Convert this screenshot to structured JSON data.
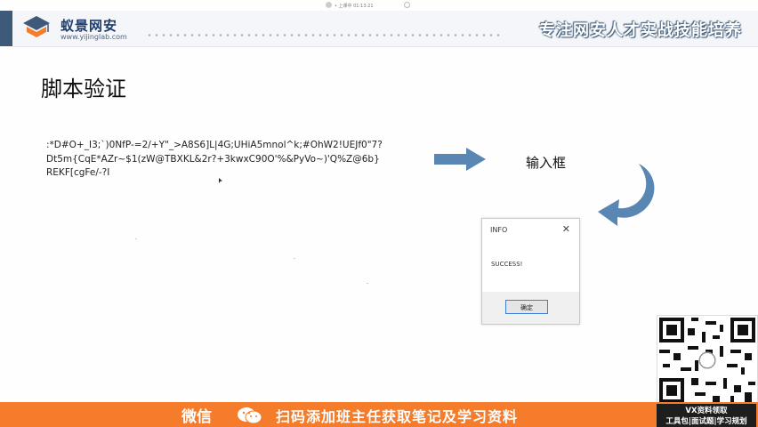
{
  "header": {
    "brand_name": "蚁景网安",
    "brand_url": "www.yijinglab.com",
    "tagline": "专注网安人才实战技能培养",
    "recording_label": "• 上课中 01:13:21"
  },
  "slide": {
    "title": "脚本验证",
    "code_lines": [
      ":*D#O+_I3;`)0NfP-=2/+Y\"_>A8S6]L|4G;UHiA5mnol^k;#OhW2!UEJf0\"7?",
      "Dt5m{CqE*AZr~$1(zW@TBXKL&2r?+3kwxC90O'%&PyVo~)'Q%Z@6b}",
      "REKF[cgFe/-?I"
    ],
    "input_label": "输入框"
  },
  "dialog": {
    "title": "INFO",
    "close_glyph": "✕",
    "message": "SUCCESS!",
    "ok_label": "确定"
  },
  "banner": {
    "wechat_label": "微信",
    "text": "扫码添加班主任获取笔记及学习资料",
    "side_line1": "VX资料领取",
    "side_line2": "工具包|面试题|学习规划"
  },
  "colors": {
    "brand_blue": "#1e3c6e",
    "arrow_blue": "#5a86b4",
    "banner_orange": "#f47c2a"
  }
}
